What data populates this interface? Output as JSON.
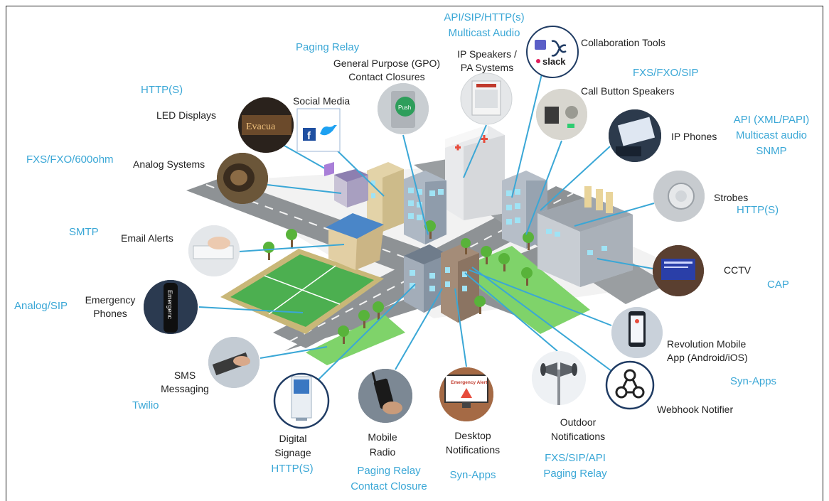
{
  "labels": {
    "led_displays": "LED Displays",
    "social_media": "Social Media",
    "gpo_line1": "General Purpose (GPO)",
    "gpo_line2": "Contact Closures",
    "ip_speakers_line1": "IP Speakers /",
    "ip_speakers_line2": "PA Systems",
    "collaboration_tools": "Collaboration Tools",
    "call_button_speakers": "Call Button Speakers",
    "ip_phones": "IP Phones",
    "analog_systems": "Analog Systems",
    "strobes": "Strobes",
    "email_alerts": "Email Alerts",
    "cctv": "CCTV",
    "emergency_phones_line1": "Emergency",
    "emergency_phones_line2": "Phones",
    "revolution_line1": "Revolution Mobile",
    "revolution_line2": "App (Android/iOS)",
    "sms_line1": "SMS",
    "sms_line2": "Messaging",
    "webhook_notifier": "Webhook Notifier",
    "digital_signage_line1": "Digital",
    "digital_signage_line2": "Signage",
    "mobile_radio_line1": "Mobile",
    "mobile_radio_line2": "Radio",
    "desktop_line1": "Desktop",
    "desktop_line2": "Notifications",
    "outdoor_line1": "Outdoor",
    "outdoor_line2": "Notifications"
  },
  "protocols": {
    "api_sip_http_line1": "API/SIP/HTTP(s)",
    "api_sip_http_line2": "Multicast Audio",
    "paging_relay_top": "Paging Relay",
    "http_s_led": "HTTP(S)",
    "fxs_fxo_sip": "FXS/FXO/SIP",
    "api_xml_line1": "API (XML/PAPI)",
    "api_xml_line2": "Multicast audio",
    "api_xml_line3": "SNMP",
    "fxs_fxo_600ohm": "FXS/FXO/600ohm",
    "http_s_strobes": "HTTP(S)",
    "smtp": "SMTP",
    "cap": "CAP",
    "analog_sip": "Analog/SIP",
    "syn_apps_right": "Syn-Apps",
    "twilio": "Twilio",
    "http_s_signage": "HTTP(S)",
    "paging_relay_bottom_line1": "Paging Relay",
    "paging_relay_bottom_line2": "Contact Closure",
    "syn_apps_bottom": "Syn-Apps",
    "fxs_sip_api_line1": "FXS/SIP/API",
    "fxs_sip_api_line2": "Paging Relay"
  },
  "icons": {
    "facebook_glyph": "f",
    "slack_glyph": "slack",
    "led_sign_text": "Evacua",
    "emergency_phone_text": "Emergenc",
    "button_text": "Push",
    "desktop_screen_text": "Emergency Alert"
  },
  "colors": {
    "protocol_text": "#3aa7d6",
    "connector_line": "#3aa7d6",
    "road": "#8e9295",
    "grass": "#7fd36a",
    "building_gray": "#c8cdd3",
    "window_blue": "#9fe3f5"
  }
}
